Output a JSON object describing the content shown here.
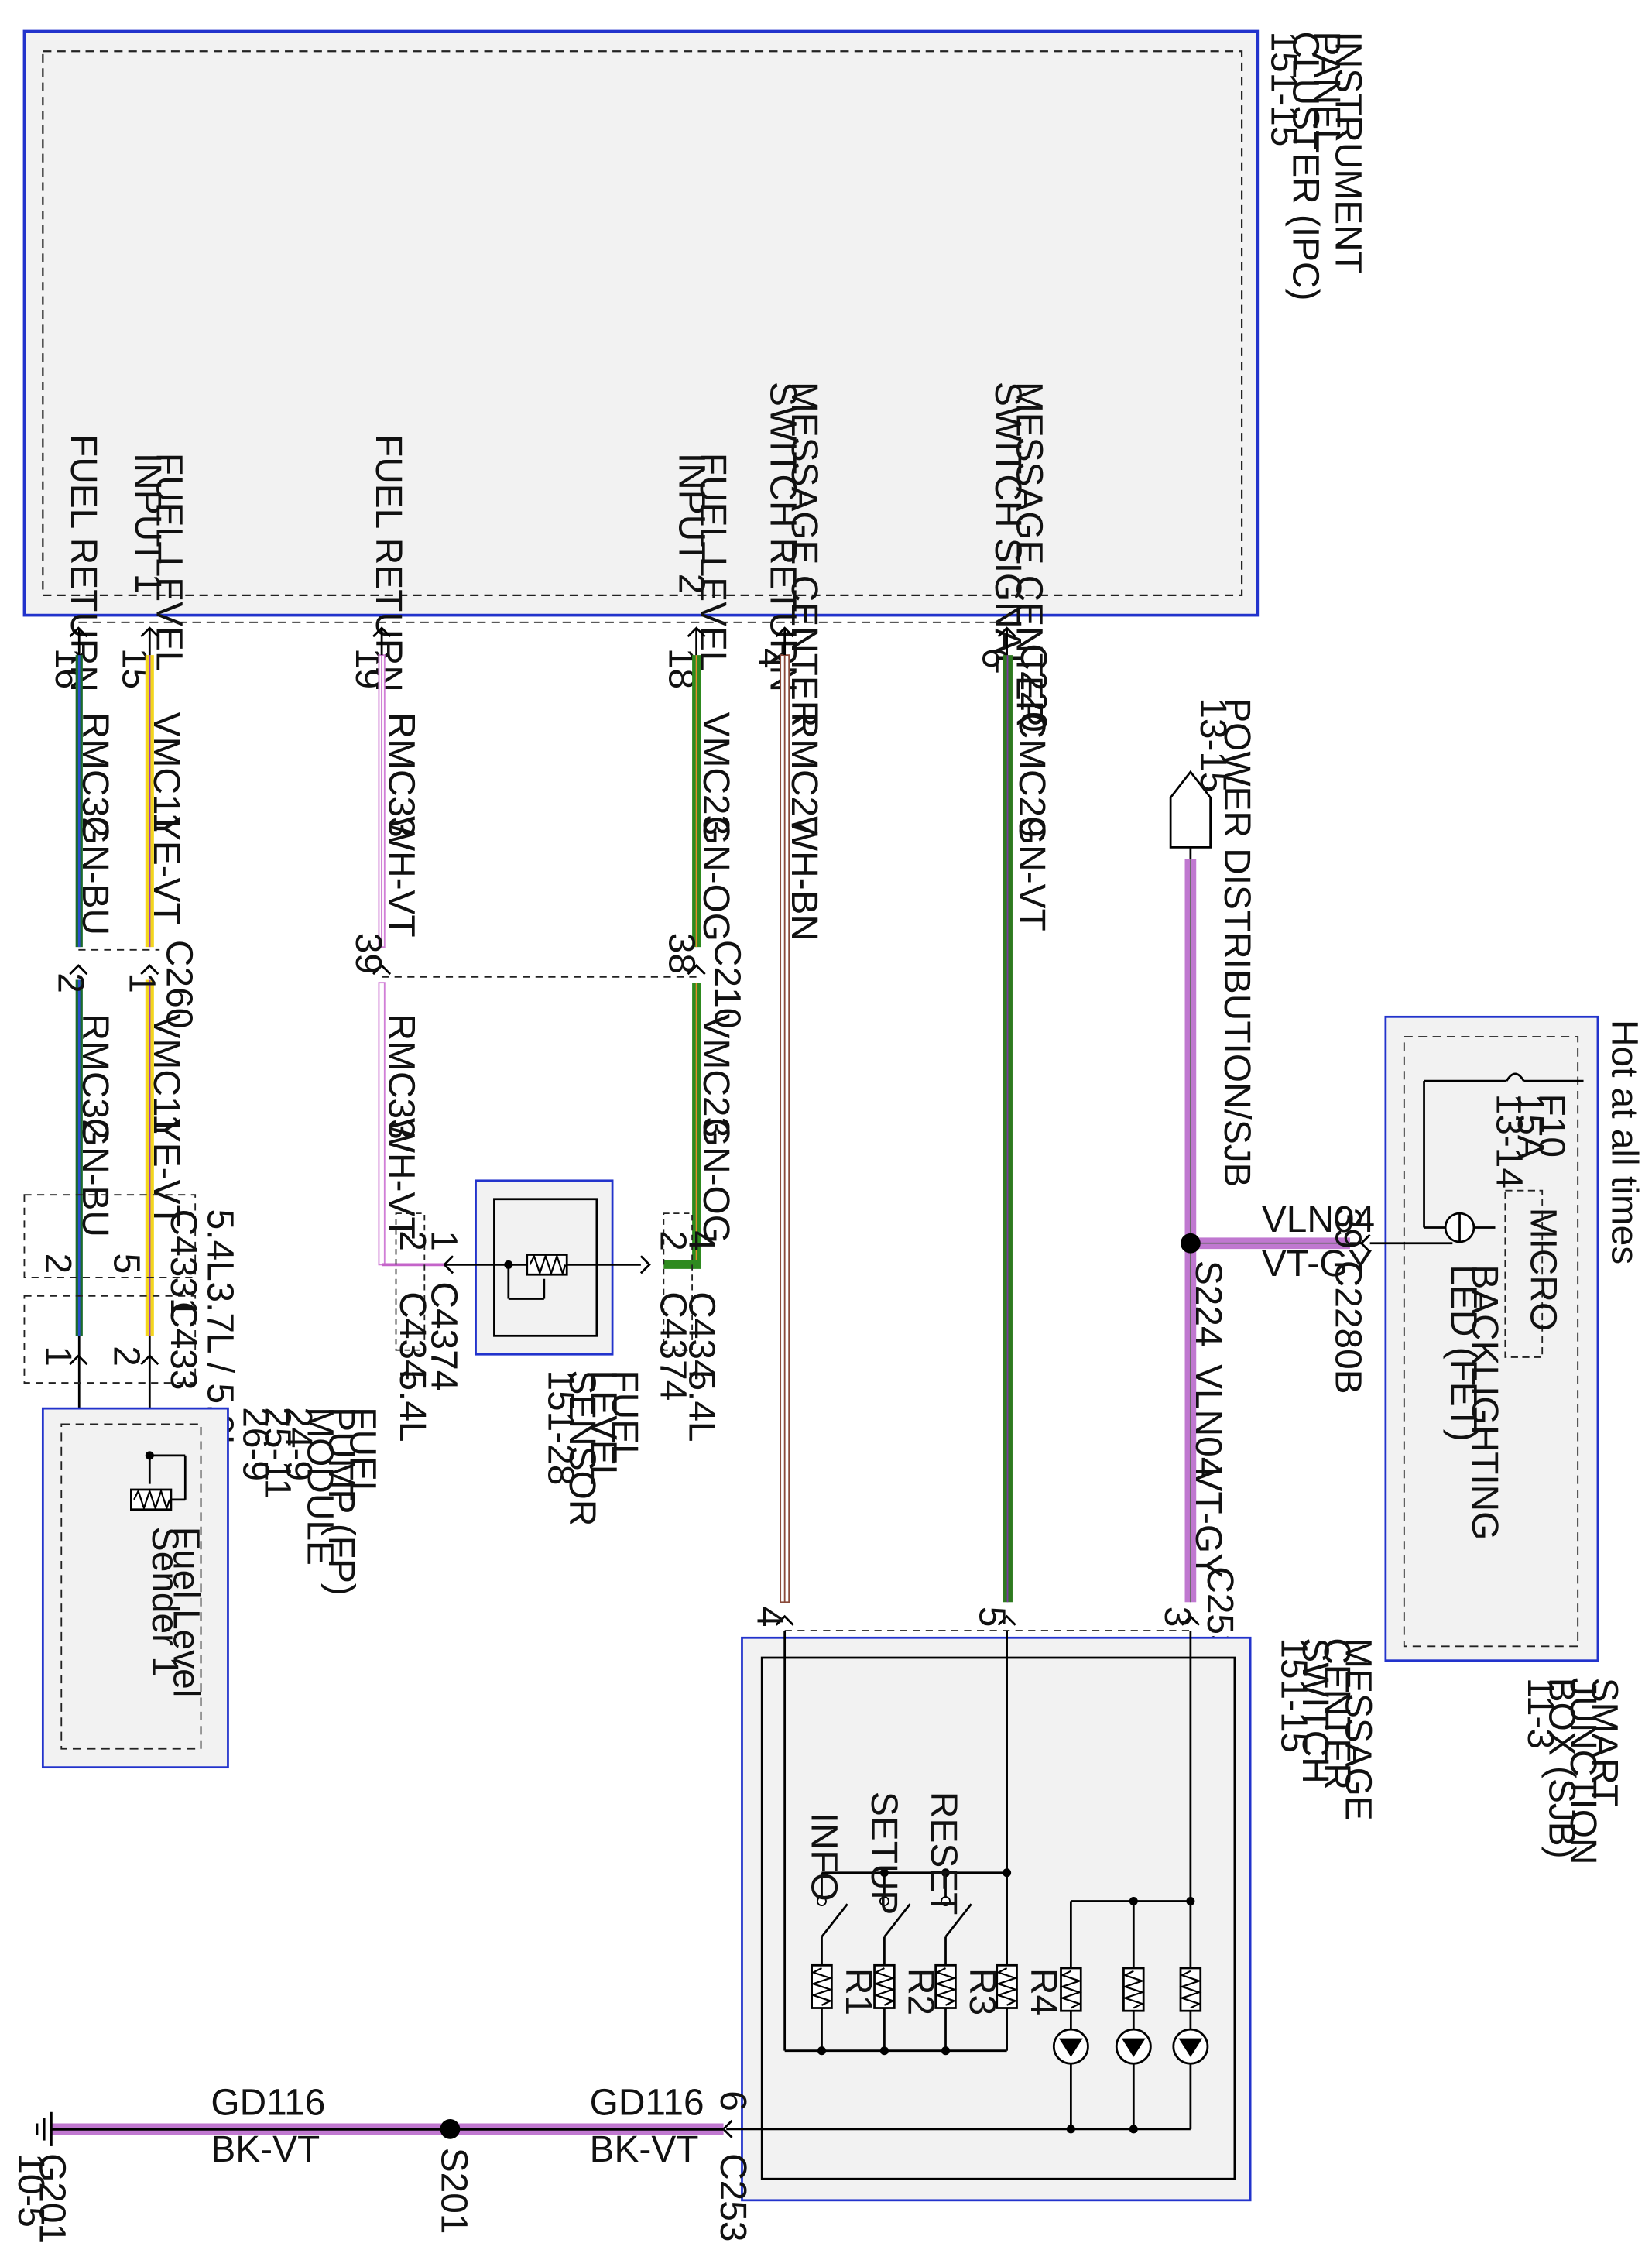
{
  "ipc": {
    "name": [
      "INSTRUMENT",
      "PANEL",
      "CLUSTER (IPC)",
      "151-15"
    ]
  },
  "ipc_pins": [
    {
      "id": "fuel-return-1",
      "label": [
        "FUEL RETURN"
      ],
      "pin": "16"
    },
    {
      "id": "fuel-level-input-1",
      "label": [
        "FUEL LEVEL",
        "INPUT 1"
      ],
      "pin": "15"
    },
    {
      "id": "fuel-return-2",
      "label": [
        "FUEL RETURN"
      ],
      "pin": "19"
    },
    {
      "id": "fuel-level-input-2",
      "label": [
        "FUEL LEVEL",
        "INPUT 2"
      ],
      "pin": "18"
    },
    {
      "id": "msg-center-return",
      "label": [
        "MESSAGE CENTER",
        "SWITCH RETURN"
      ],
      "pin": "4"
    },
    {
      "id": "msg-center-signal",
      "label": [
        "MESSAGE CENTER",
        "SWITCH SIGNAL"
      ],
      "pin": "6"
    }
  ],
  "connectors": {
    "c220": "C220",
    "c260": "C260",
    "c210": "C210",
    "c4331": "C4331",
    "c433": "C433",
    "c4374": "C4374",
    "c434": "C434",
    "c253": "C253",
    "c2280b": "C2280B"
  },
  "engine_tags": {
    "v54": "5.4L",
    "v37_50": "3.7L / 5.0L"
  },
  "circuits": {
    "rmc32": "RMC32",
    "gn_bu": "GN-BU",
    "vmc11": "VMC11",
    "ye_vt": "YE-VT",
    "rmc33": "RMC33",
    "wh_vt": "WH-VT",
    "vmc23": "VMC23",
    "gn_og": "GN-OG",
    "rmc27": "RMC27",
    "wh_bn": "WH-BN",
    "cmc29": "CMC29",
    "gn_vt": "GN-VT",
    "vln04": "VLN04",
    "vt_gy": "VT-GY",
    "gd116": "GD116",
    "bk_vt": "BK-VT"
  },
  "pins": {
    "c260_2": "2",
    "c260_1": "1",
    "c210_39": "39",
    "c210_38": "38",
    "c4331_2": "2",
    "c4331_5": "5",
    "c433_1": "1",
    "c433_2": "2",
    "c4374_1": "1",
    "c434_2": "2",
    "c4374_2": "2",
    "c434_4": "4",
    "c253_4": "4",
    "c253_5": "5",
    "c253_3": "3",
    "c253_6": "6",
    "c2280b_39": "39"
  },
  "power_distribution": [
    "POWER DISTRIBUTION/SJB",
    "13-15"
  ],
  "splices": {
    "s224": "S224",
    "s201": "S201"
  },
  "ground": {
    "name": "G201",
    "ref": "10-5"
  },
  "sjb": {
    "hot": "Hot at all times",
    "fuse": [
      "F10",
      "15A",
      "13-14"
    ],
    "micro": "MICRO",
    "led": [
      "BACKLIGHTING",
      "LED (FET)"
    ],
    "name": [
      "SMART",
      "JUNCTION",
      "BOX (SJB)",
      "11-3"
    ]
  },
  "fuel_pump": {
    "name": [
      "FUEL",
      "PUMP (FP)",
      "MODULE",
      "24-9",
      "25-11",
      "26-9"
    ],
    "sender": [
      "Fuel Level",
      "Sender 1"
    ]
  },
  "fuel_sensor": {
    "name": [
      "FUEL",
      "LEVEL",
      "SENSOR",
      "151-28"
    ]
  },
  "msg_switch": {
    "name": [
      "MESSAGE",
      "CENTER",
      "SWITCH",
      "151-15"
    ],
    "buttons": [
      "RESET",
      "SETUP",
      "INFO"
    ],
    "resistors": [
      "R1",
      "R2",
      "R3",
      "R4"
    ]
  }
}
